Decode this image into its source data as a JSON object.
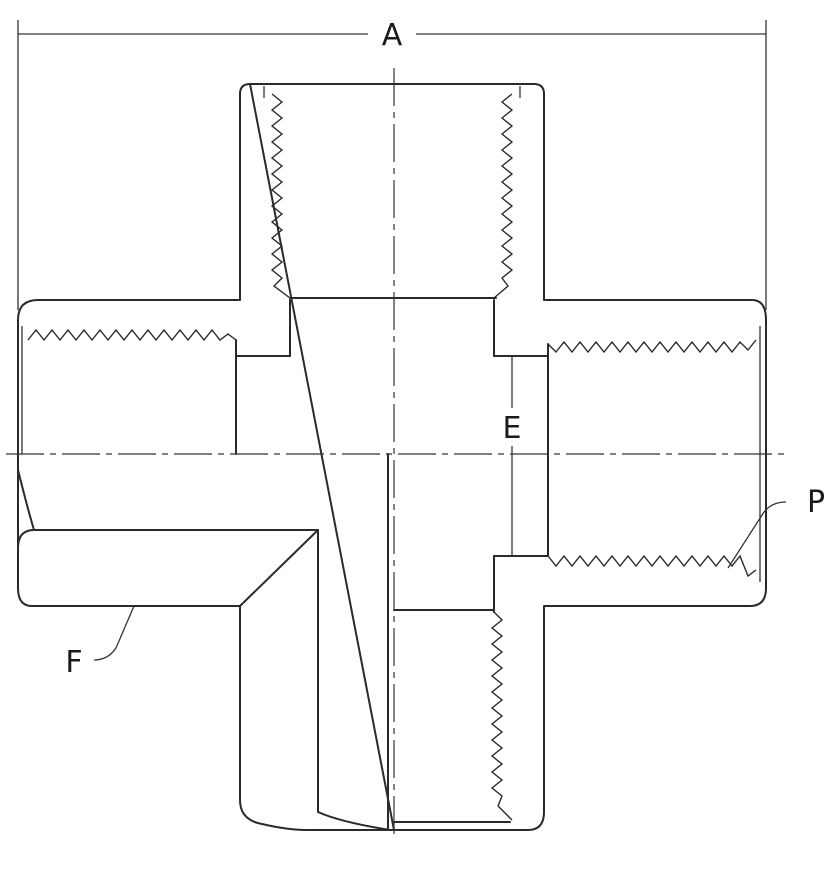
{
  "labels": {
    "overall_width": "A",
    "bore": "E",
    "thread": "P",
    "fillet": "F"
  }
}
